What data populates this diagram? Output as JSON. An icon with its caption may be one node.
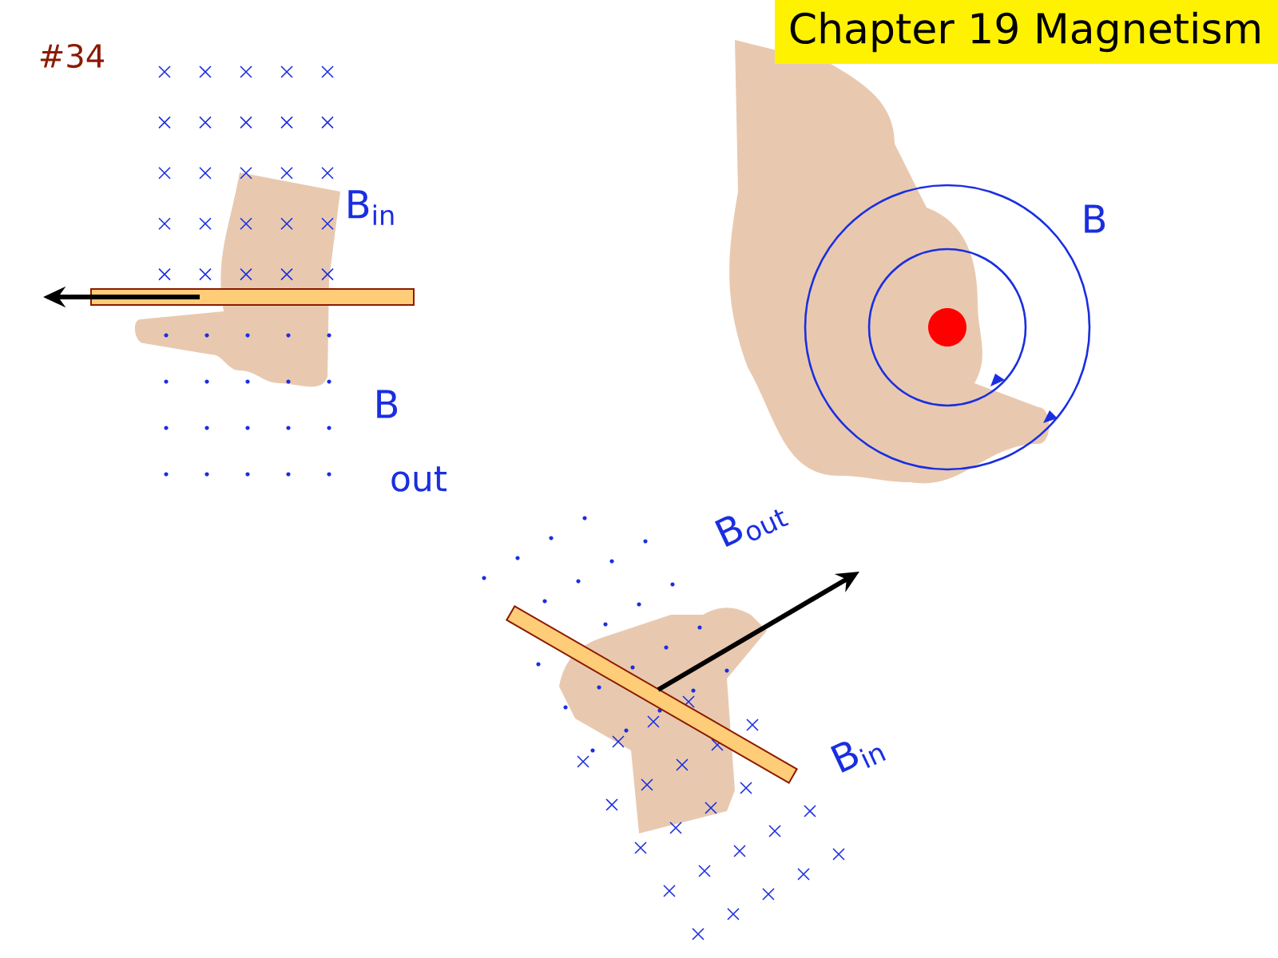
{
  "diagram": {
    "title": "Chapter 19 Magnetism",
    "labels": [
      "#34",
      "B$_{in}$",
      "B",
      "B",
      "out",
      "B$_{out}$",
      "B$_{in}$"
    ]
  }
}
